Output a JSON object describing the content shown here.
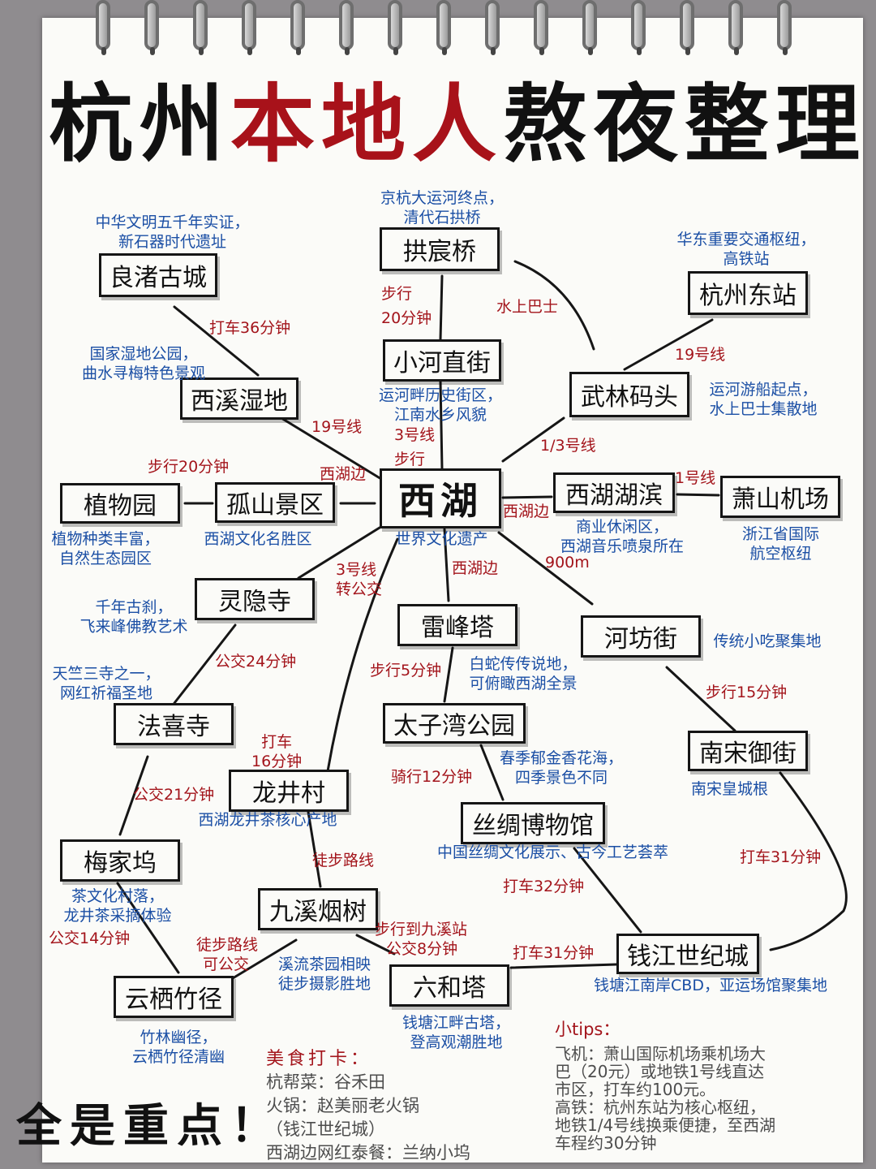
{
  "title": {
    "part1": "杭州",
    "part2": "本地人",
    "part3": "熬夜整理"
  },
  "nodes": {
    "gongchen": "拱宸桥",
    "liangzhu": "良渚古城",
    "dongzhan": "杭州东站",
    "xiaohe": "小河直街",
    "xixi": "西溪湿地",
    "wulin": "武林码头",
    "xihu": "西湖",
    "hubin": "西湖湖滨",
    "xiaoshan": "萧山机场",
    "zhiwu": "植物园",
    "gushan": "孤山景区",
    "lingyin": "灵隐寺",
    "leifeng": "雷峰塔",
    "hefang": "河坊街",
    "faxi": "法喜寺",
    "taiziwan": "太子湾公园",
    "nansong": "南宋御街",
    "longjing": "龙井村",
    "sichou": "丝绸博物馆",
    "meijiawu": "梅家坞",
    "jiuxi": "九溪烟树",
    "qianjiang": "钱江世纪城",
    "yunqi": "云栖竹径",
    "liuhe": "六和塔"
  },
  "descriptions": {
    "gongchen_1": "京杭大运河终点，",
    "gongchen_2": "清代石拱桥",
    "liangzhu_1": "中华文明五千年实证，",
    "liangzhu_2": "新石器时代遗址",
    "dongzhan_1": "华东重要交通枢纽，",
    "dongzhan_2": "高铁站",
    "xixi_1": "国家湿地公园，",
    "xixi_2": "曲水寻梅特色景观",
    "xiaohe_1": "运河畔历史街区，",
    "xiaohe_2": "江南水乡风貌",
    "wulin_1": "运河游船起点，",
    "wulin_2": "水上巴士集散地",
    "xihu": "世界文化遗产",
    "hubin_1": "商业休闲区，",
    "hubin_2": "西湖音乐喷泉所在",
    "xiaoshan_1": "浙江省国际",
    "xiaoshan_2": "航空枢纽",
    "zhiwu_1": "植物种类丰富，",
    "zhiwu_2": "自然生态园区",
    "gushan": "西湖文化名胜区",
    "lingyin_1": "千年古刹，",
    "lingyin_2": "飞来峰佛教艺术",
    "leifeng_1": "白蛇传传说地，",
    "leifeng_2": "可俯瞰西湖全景",
    "hefang": "传统小吃聚集地",
    "faxi_1": "天竺三寺之一，",
    "faxi_2": "网红祈福圣地",
    "taiziwan_1": "春季郁金香花海，",
    "taiziwan_2": "四季景色不同",
    "nansong": "南宋皇城根",
    "longjing": "西湖龙井茶核心产地",
    "sichou": "中国丝绸文化展示、古今工艺荟萃",
    "meijiawu_1": "茶文化村落，",
    "meijiawu_2": "龙井茶采摘体验",
    "jiuxi_1": "溪流茶园相映",
    "jiuxi_2": "徒步摄影胜地",
    "qianjiang": "钱塘江南岸CBD，亚运场馆聚集地",
    "yunqi_1": "竹林幽径，",
    "yunqi_2": "云栖竹径清幽",
    "liuhe_1": "钱塘江畔古塔，",
    "liuhe_2": "登高观潮胜地"
  },
  "routes": {
    "walk_20": "步行",
    "walk_20b": "20分钟",
    "water_bus": "水上巴士",
    "taxi_36": "打车36分钟",
    "line19_a": "19号线",
    "line19_b": "19号线",
    "line3_walk_1": "3号线",
    "line3_walk_2": "步行",
    "line1_3": "1/3号线",
    "walk_20min": "步行20分钟",
    "lakeside_1": "西湖边",
    "lakeside_2": "西湖边",
    "lakeside_3": "西湖边",
    "line1": "1号线",
    "dist_900": "900m",
    "line3_bus_1": "3号线",
    "line3_bus_2": "转公交",
    "bus_24": "公交24分钟",
    "walk_5": "步行5分钟",
    "walk_15": "步行15分钟",
    "taxi_16_1": "打车",
    "taxi_16_2": "16分钟",
    "bike_12": "骑行12分钟",
    "bus_21": "公交21分钟",
    "taxi_31_a": "打车31分钟",
    "hike": "徒步路线",
    "taxi_32": "打车32分钟",
    "bus_14": "公交14分钟",
    "walk_jiuxi_1": "步行到九溪站",
    "walk_jiuxi_2": "公交8分钟",
    "hike_bus_1": "徒步路线",
    "hike_bus_2": "可公交",
    "taxi_31_b": "打车31分钟"
  },
  "food": {
    "head": "美食打卡：",
    "items": [
      "杭帮菜：谷禾田",
      "火锅：赵美丽老火锅",
      "（钱江世纪城）",
      "西湖边网红泰餐：兰纳小坞"
    ]
  },
  "tips": {
    "head": "小tips：",
    "lines": [
      "飞机：萧山国际机场乘机场大",
      "巴（20元）或地铁1号线直达",
      "市区，打车约100元。",
      "高铁：杭州东站为核心枢纽，",
      "地铁1/4号线换乘便捷，至西湖",
      "车程约30分钟"
    ]
  },
  "slogan": "全是重点！"
}
